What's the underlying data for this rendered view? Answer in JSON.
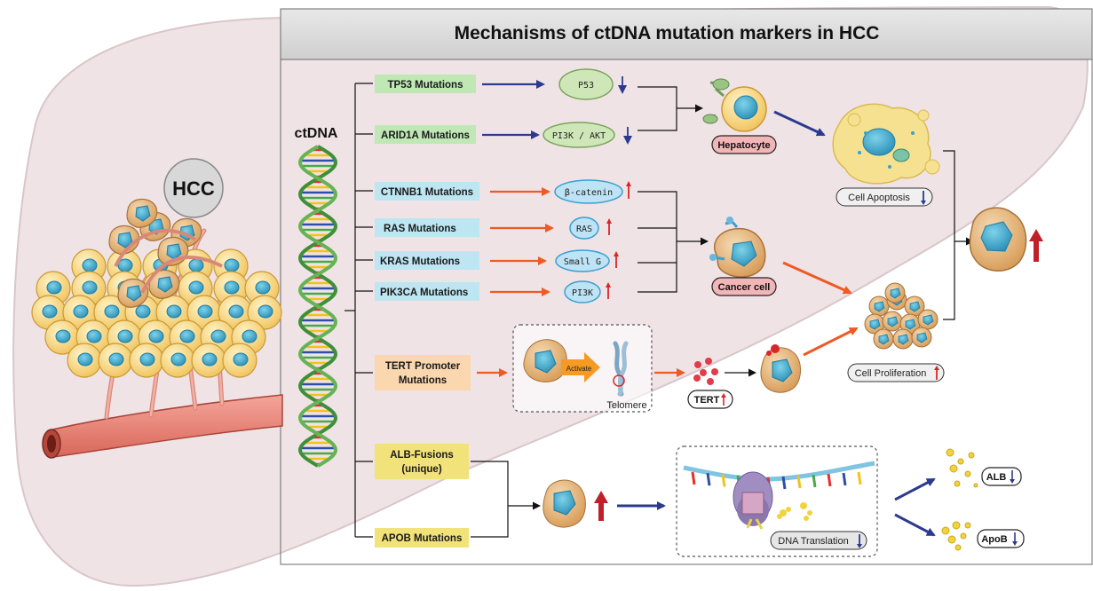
{
  "title": "Mechanisms of ctDNA mutation markers in HCC",
  "hcc_label": "HCC",
  "ctdna_label": "ctDNA",
  "mutations": {
    "tp53": "TP53 Mutations",
    "arid1a": "ARID1A Mutations",
    "ctnnb1": "CTNNB1 Mutations",
    "ras": "RAS Mutations",
    "kras": "KRAS Mutations",
    "pik3ca": "PIK3CA Mutations",
    "tert_line1": "TERT Promoter",
    "tert_line2": "Mutations",
    "alb_line1": "ALB-Fusions",
    "alb_line2": "(unique)",
    "apob": "APOB Mutations"
  },
  "proteins": {
    "p53": "P53",
    "pi3k_akt": "PI3K / AKT",
    "beta_catenin": "β-catenin",
    "ras": "RAS",
    "small_g": "Small G",
    "pi3k": "PI3K"
  },
  "cells": {
    "hepatocyte": "Hepatocyte",
    "cancer_cell": "Cancer cell"
  },
  "outcomes": {
    "apoptosis": "Cell Apoptosis",
    "proliferation": "Cell Proliferation",
    "dna_translation": "DNA Translation",
    "tert": "TERT",
    "alb": "ALB",
    "apob": "ApoB"
  },
  "tert_box": {
    "activate": "Activate",
    "telomere": "Telomere"
  },
  "colors": {
    "blue_arrow": "#2b3a8f",
    "orange_arrow": "#ef5a24",
    "up_arrow": "#d9262b",
    "green_box": "#bfe8b5",
    "cyan_box": "#bde6f2",
    "peach_box": "#fbd7b0",
    "yellow_box": "#f2e27a",
    "pink_box": "#f3b6b8"
  }
}
